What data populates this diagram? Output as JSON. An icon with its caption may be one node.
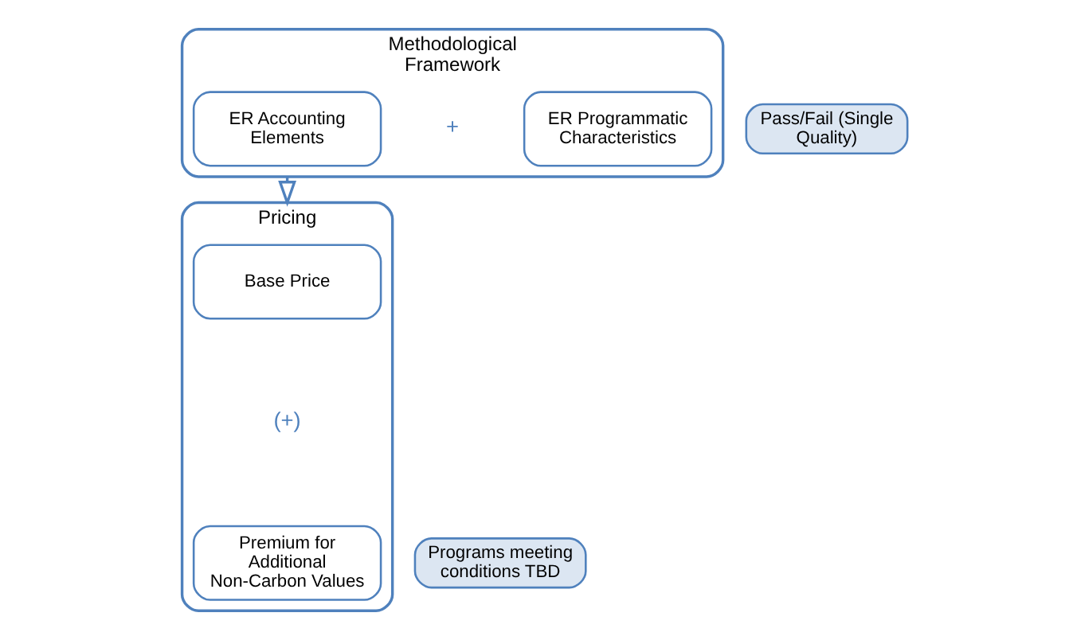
{
  "diagram": {
    "nodes": [
      {
        "text": [
          "Methodological Framework"
        ]
      },
      {
        "text": [
          "ER Accounting Elements"
        ],
        "in": 0
      },
      {
        "text": [
          "ER Programmatic Characteristics"
        ],
        "in": 0
      },
      {
        "text": [
          "Pass/Fail (Single Quality)"
        ]
      },
      {
        "text": [
          "Pricing"
        ]
      },
      {
        "text": [
          "Base Price"
        ],
        "in": 4
      },
      {
        "text": [
          "Premium for Additional Non-Carbon Values"
        ],
        "in": 4
      },
      {
        "text": [
          "Programs meeting conditions TBD"
        ]
      }
    ],
    "edges": [
      {
        "from": 0,
        "to": 4,
        "arrow": "to"
      }
    ],
    "labels": [
      "+",
      "(+)"
    ]
  }
}
